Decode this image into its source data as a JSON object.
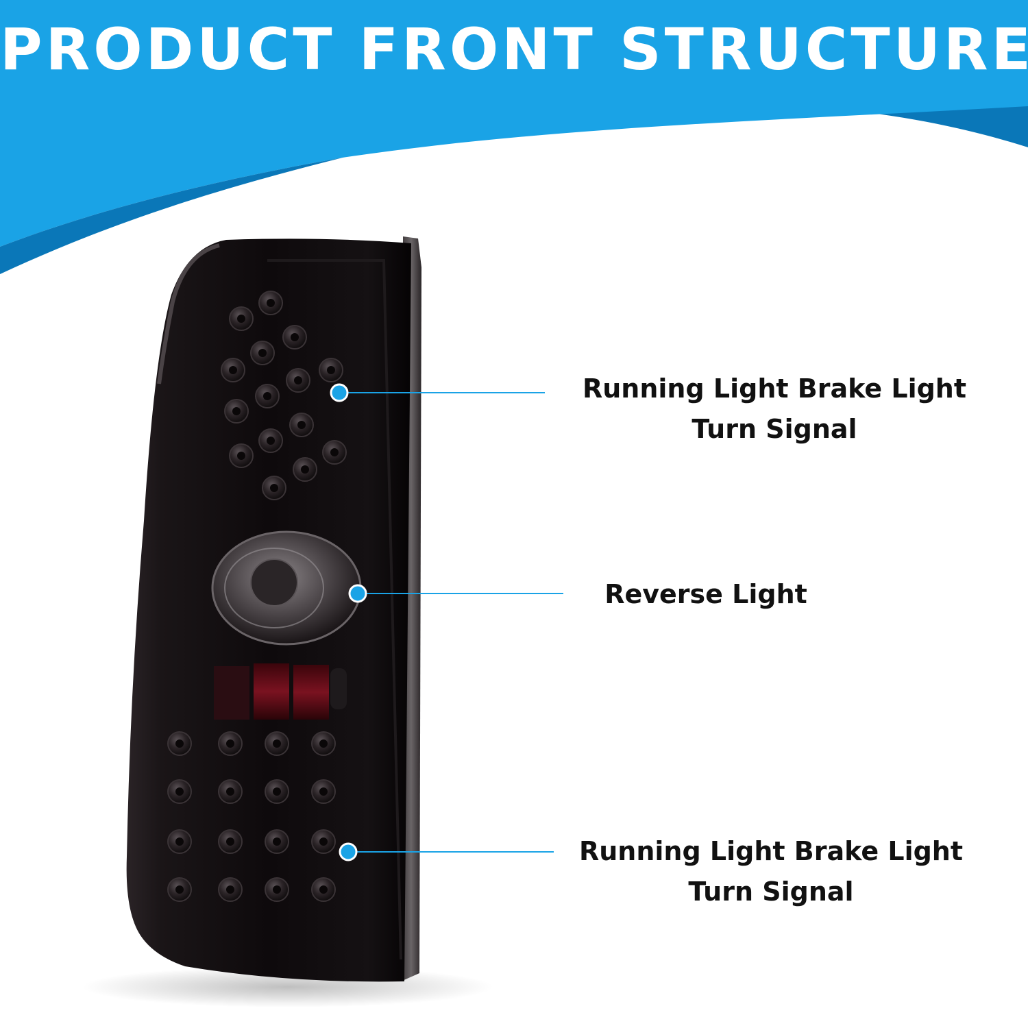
{
  "banner": {
    "title": "PRODUCT FRONT STRUCTURE",
    "colors": {
      "light_blue": "#1aa3e6",
      "dark_blue": "#0a77b8"
    }
  },
  "product": {
    "description_icon": "tail-light-icon",
    "colors": {
      "housing": "#161214",
      "lens_dark": "#0b0709",
      "red_strip": "#5a0c14"
    }
  },
  "callouts": [
    {
      "lines": [
        "Running Light Brake Light",
        "Turn Signal"
      ]
    },
    {
      "lines": [
        "Reverse Light"
      ]
    },
    {
      "lines": [
        "Running Light Brake Light",
        "Turn Signal"
      ]
    }
  ],
  "accent_color": "#1aa3e6"
}
